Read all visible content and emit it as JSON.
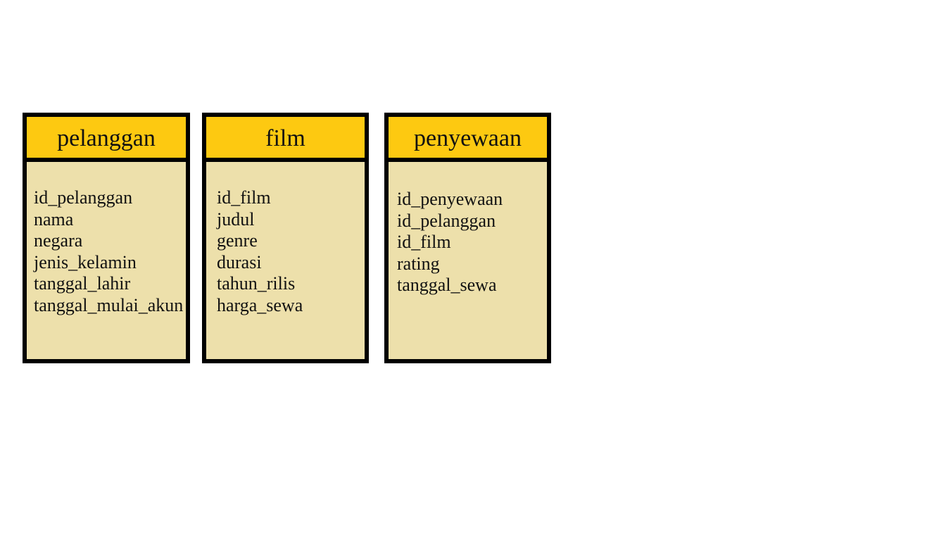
{
  "entities": [
    {
      "title": "pelanggan",
      "attributes": [
        "id_pelanggan",
        "nama",
        "negara",
        "jenis_kelamin",
        "tanggal_lahir",
        "tanggal_mulai_akun"
      ]
    },
    {
      "title": "film",
      "attributes": [
        "id_film",
        "judul",
        "genre",
        "durasi",
        "tahun_rilis",
        "harga_sewa"
      ]
    },
    {
      "title": "penyewaan",
      "attributes": [
        "id_penyewaan",
        "id_pelanggan",
        "id_film",
        "rating",
        "tanggal_sewa"
      ]
    }
  ],
  "colors": {
    "header_fill": "#fdc911",
    "body_fill": "#ede0ab",
    "border": "#000000"
  }
}
